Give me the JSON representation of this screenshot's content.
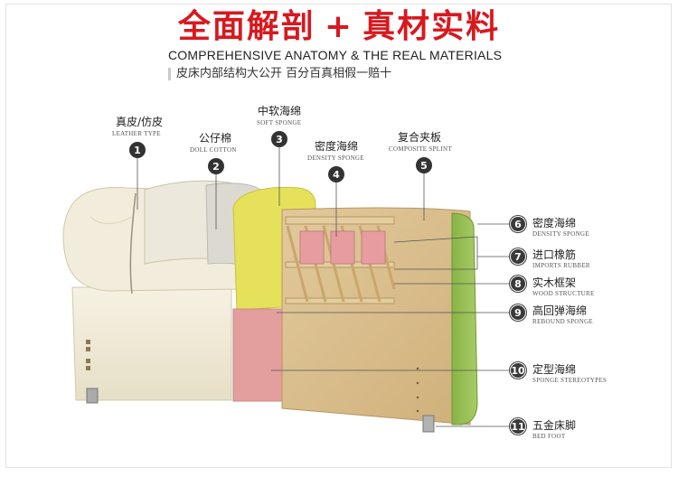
{
  "header": {
    "title_part1": "全面解剖",
    "title_plus": "+",
    "title_part2": "真材实料",
    "subtitle_en": "COMPREHENSIVE ANATOMY  &  THE REAL MATERIALS",
    "subtitle_cn": "皮床内部结构大公开  百分百真相假一赔十"
  },
  "colors": {
    "title_red": "#d7191f",
    "marker": "#333333",
    "leather": "#efe9d6",
    "soft_sponge": "#e8e35a",
    "pink_sponge": "#e5a1a0",
    "green_sponge": "#9dc35a",
    "wood": "#d8bd8c"
  },
  "callouts": [
    {
      "num": "1",
      "cn": "真皮/仿皮",
      "en": "LEATHER TYPE"
    },
    {
      "num": "2",
      "cn": "公仔棉",
      "en": "DOLL COTTON"
    },
    {
      "num": "3",
      "cn": "中软海绵",
      "en": "SOFT SPONGE"
    },
    {
      "num": "4",
      "cn": "密度海绵",
      "en": "DENSITY SPONGE"
    },
    {
      "num": "5",
      "cn": "复合夹板",
      "en": "COMPOSITE SPLINT"
    },
    {
      "num": "6",
      "cn": "密度海绵",
      "en": "DENSITY SPONGE"
    },
    {
      "num": "7",
      "cn": "进口橡筋",
      "en": "IMPORTS RUBBER"
    },
    {
      "num": "8",
      "cn": "实木框架",
      "en": "WOOD STRUCTURE"
    },
    {
      "num": "9",
      "cn": "高回弹海绵",
      "en": "REBOUND SPONGE"
    },
    {
      "num": "10",
      "cn": "定型海绵",
      "en": "SPONGE STEREOTYPES"
    },
    {
      "num": "11",
      "cn": "五金床脚",
      "en": "BED FOOT"
    }
  ]
}
